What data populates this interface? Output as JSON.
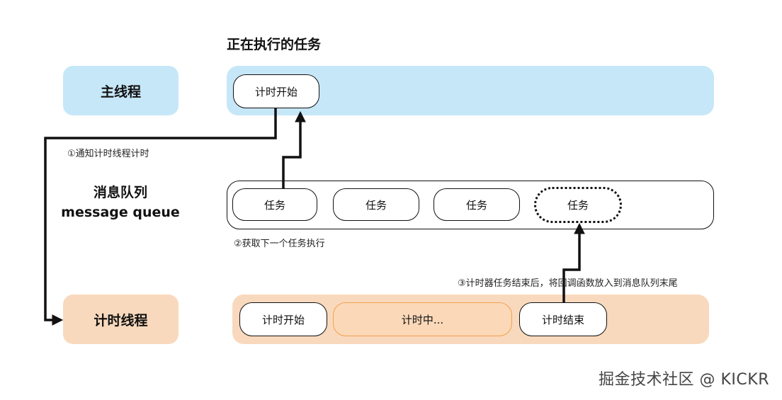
{
  "heading": "正在执行的任务",
  "rows": {
    "main": {
      "label": "主线程",
      "task": "计时开始"
    },
    "queue": {
      "label_line1": "消息队列",
      "label_line2": "message queue",
      "tasks": [
        "任务",
        "任务",
        "任务",
        "任务"
      ]
    },
    "timer": {
      "label": "计时线程",
      "tasks": [
        "计时开始",
        "计时中...",
        "计时结束"
      ]
    }
  },
  "notes": {
    "step1": "①通知计时线程计时",
    "step2": "②获取下一个任务执行",
    "step3": "③计时器任务结束后，将回调函数放入到消息队列末尾"
  },
  "watermark": "掘金技术社区 @ KICKR",
  "colors": {
    "main_band": "#c6e7f8",
    "timer_band": "#f9d9bd",
    "accent_orange": "#f2a24f",
    "line": "#111111"
  }
}
